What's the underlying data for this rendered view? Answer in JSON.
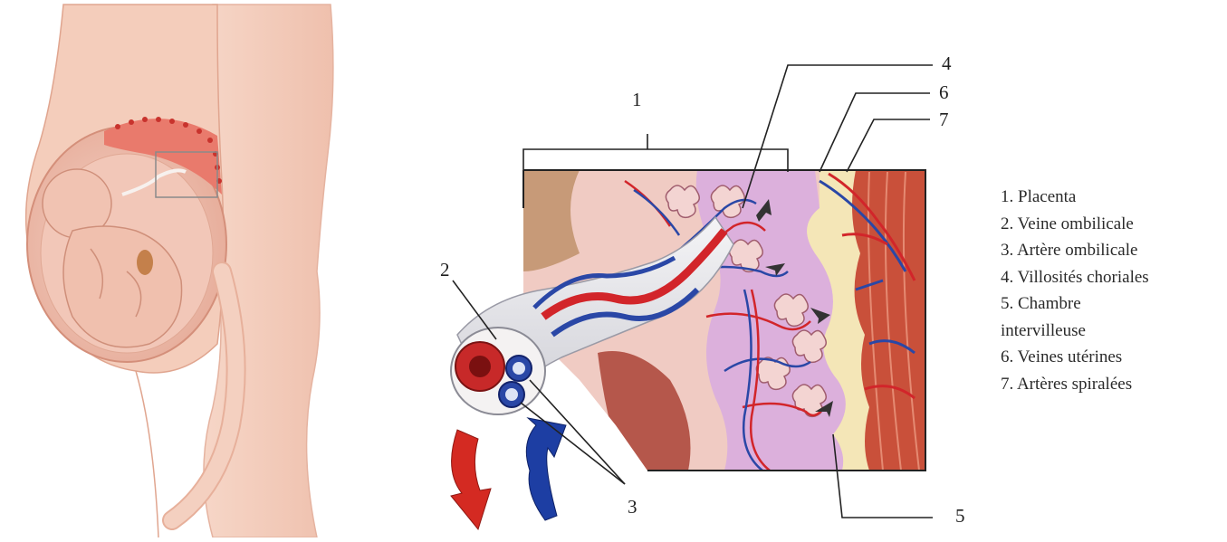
{
  "labels": {
    "l1": "1",
    "l2": "2",
    "l3": "3",
    "l4": "4",
    "l5": "5",
    "l6": "6",
    "l7": "7"
  },
  "legend": {
    "items": [
      "1. Placenta",
      "2. Veine ombilicale",
      "3. Artère ombilicale",
      "4. Villosités choriales",
      "5. Chambre",
      "intervilleuse",
      "6. Veines utérines",
      "7. Artères spiralées"
    ]
  },
  "colors": {
    "skin": "#f3cdbd",
    "skin_shadow": "#e3a590",
    "artery": "#d2252a",
    "vein": "#2a47a6",
    "intervillous": "#d9a6d8",
    "placenta_tissue": "#f0c9c0",
    "muscle": "#c4482f",
    "fat": "#f7ecbf"
  }
}
